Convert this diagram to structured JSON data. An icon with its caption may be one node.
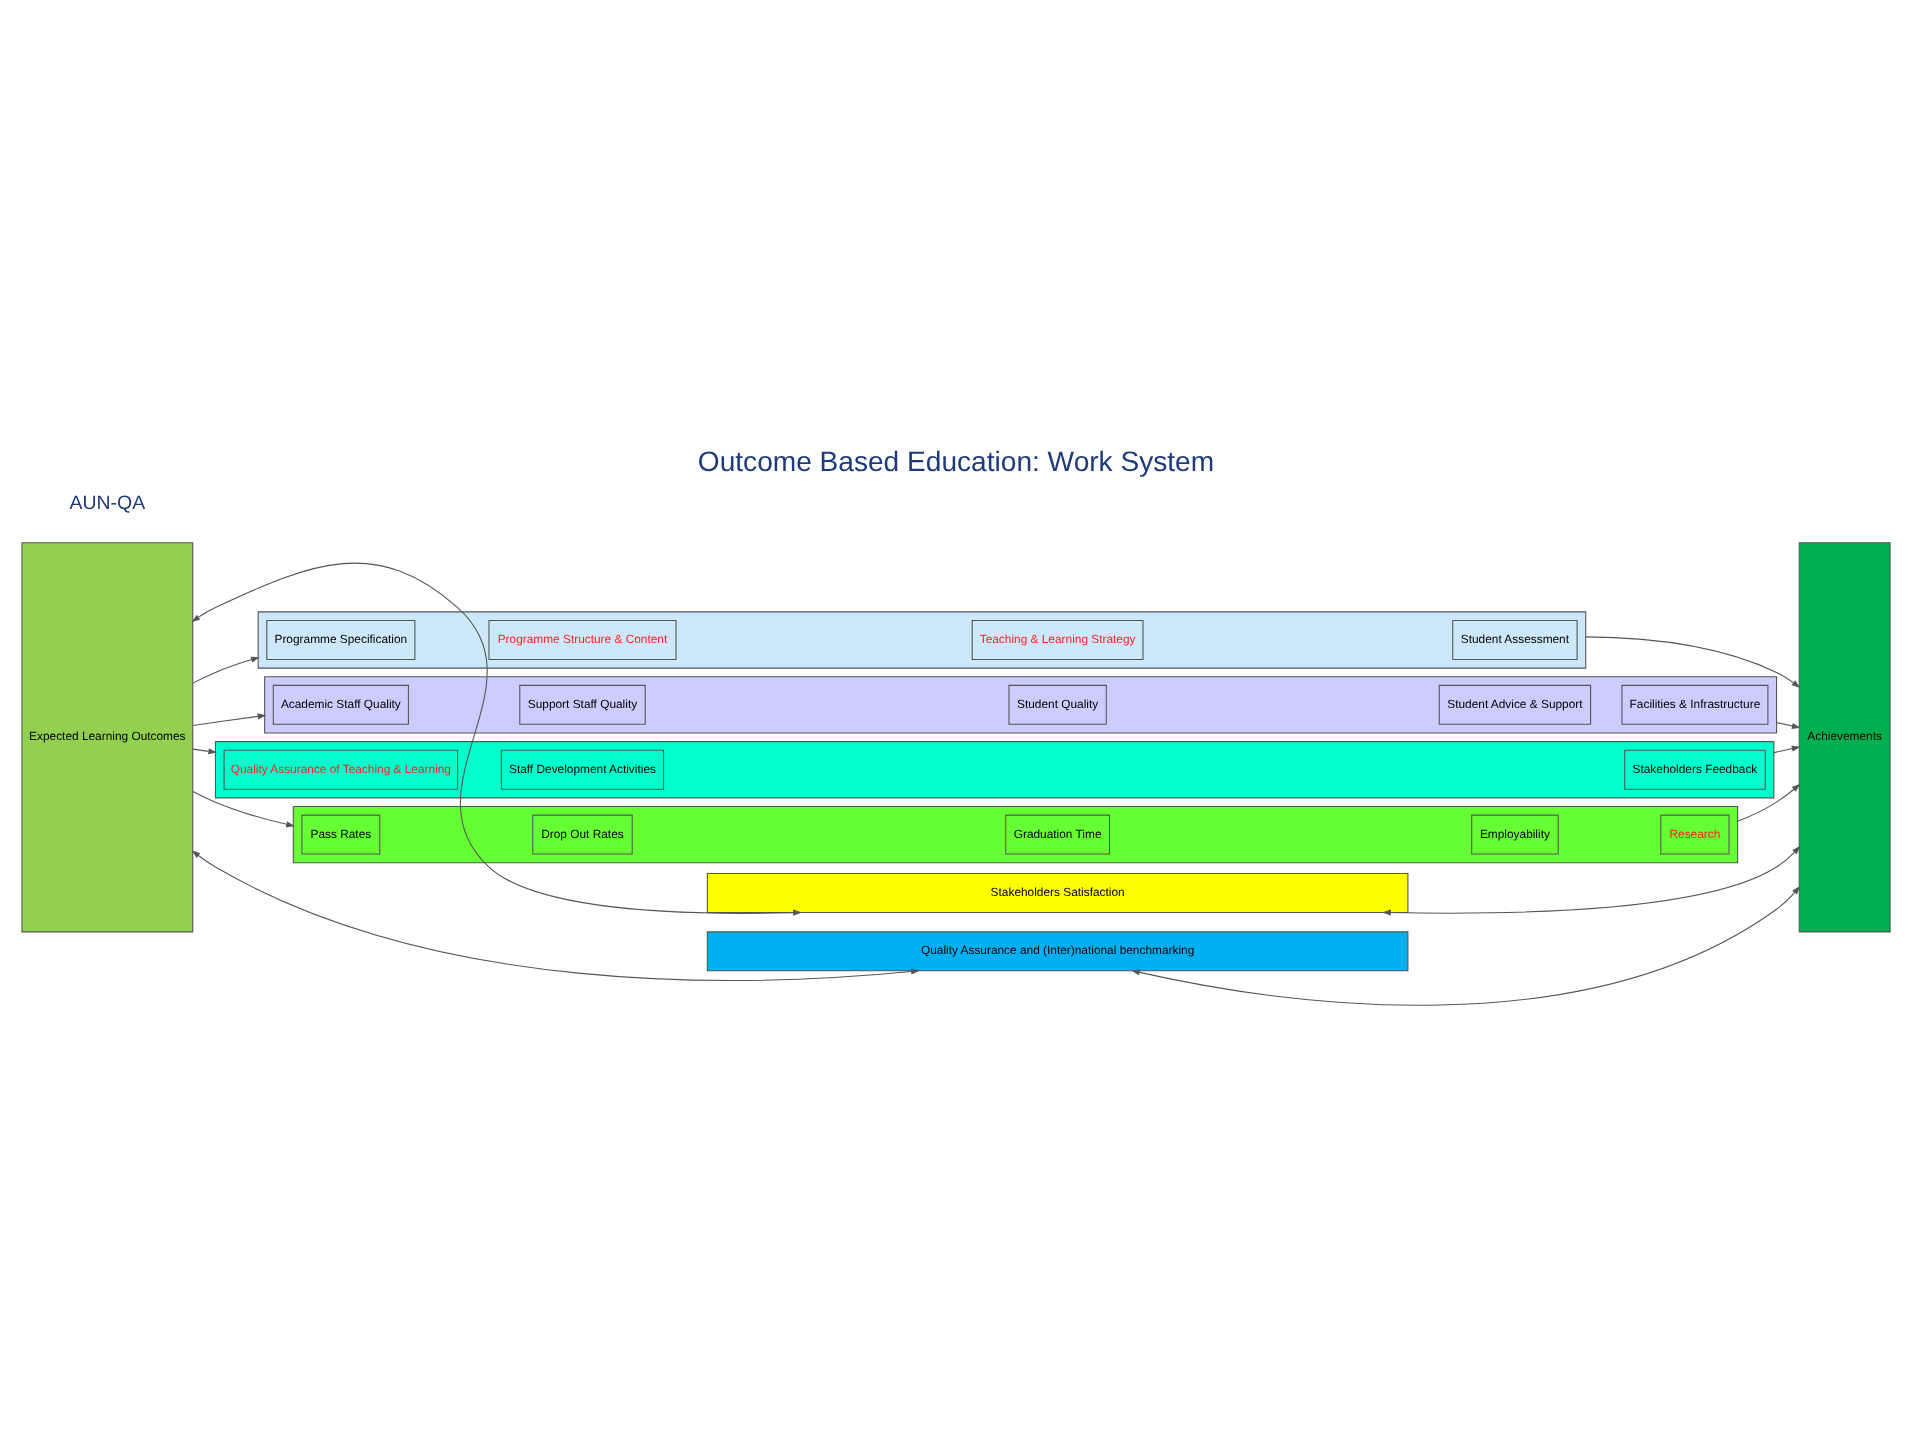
{
  "diagram": {
    "title": "Outcome Based Education: Work System",
    "nodes": [
      {
        "text": [
          "Stakeholders Satisfaction"
        ]
      },
      {
        "text": [
          "Expected Learning Outcomes"
        ]
      },
      {
        "text": [],
        "shape": "box"
      },
      {
        "text": [
          "Programme Specification"
        ],
        "in": 2
      },
      {
        "text": [
          "Programme Structure & Content"
        ],
        "in": 2
      },
      {
        "text": [
          "Teaching & Learning Strategy"
        ],
        "in": 2
      },
      {
        "text": [
          "Student Assessment"
        ],
        "in": 2
      },
      {
        "text": [],
        "shape": "box"
      },
      {
        "text": [
          "Academic Staff Quality"
        ],
        "in": 7
      },
      {
        "text": [
          "Support Staff Quality"
        ],
        "in": 7
      },
      {
        "text": [
          "Student Quality"
        ],
        "in": 7
      },
      {
        "text": [
          "Student Advice & Support"
        ],
        "in": 7
      },
      {
        "text": [
          "Facilities & Infrastructure"
        ],
        "in": 7
      },
      {
        "text": [],
        "shape": "box"
      },
      {
        "text": [
          "Quality Assurance of Teaching & Learning"
        ],
        "in": 13
      },
      {
        "text": [
          "Staff Development Activities"
        ],
        "in": 13
      },
      {
        "text": [
          "Stakeholders Feedback"
        ],
        "in": 13
      },
      {
        "text": [],
        "shape": "box"
      },
      {
        "text": [
          "Pass Rates"
        ],
        "in": 17
      },
      {
        "text": [
          "Drop Out Rates"
        ],
        "in": 17
      },
      {
        "text": [
          "Graduation Time"
        ],
        "in": 17
      },
      {
        "text": [
          "Employability"
        ],
        "in": 17
      },
      {
        "text": [
          "Research"
        ],
        "in": 17
      },
      {
        "text": [
          "Achievements"
        ]
      },
      {
        "text": [
          "Quality Assurance and (Inter)national benchmarking"
        ]
      }
    ],
    "edges": [
      {
        "from": 0,
        "to": 1,
        "arrow": "both"
      },
      {
        "from": 0,
        "to": 23,
        "arrow": "both"
      },
      {
        "from": 1,
        "to": 2,
        "arrow": "to"
      },
      {
        "from": 1,
        "to": 7,
        "arrow": "to"
      },
      {
        "from": 1,
        "to": 13,
        "arrow": "to"
      },
      {
        "from": 1,
        "to": 17,
        "arrow": "to"
      },
      {
        "from": 2,
        "to": 23,
        "arrow": "to"
      },
      {
        "from": 7,
        "to": 23,
        "arrow": "to"
      },
      {
        "from": 13,
        "to": 23,
        "arrow": "to"
      },
      {
        "from": 17,
        "to": 23,
        "arrow": "to"
      },
      {
        "from": 1,
        "to": 24,
        "arrow": "both"
      },
      {
        "from": 23,
        "to": 24,
        "arrow": "both"
      }
    ],
    "labels": [
      "AUN-QA"
    ]
  }
}
